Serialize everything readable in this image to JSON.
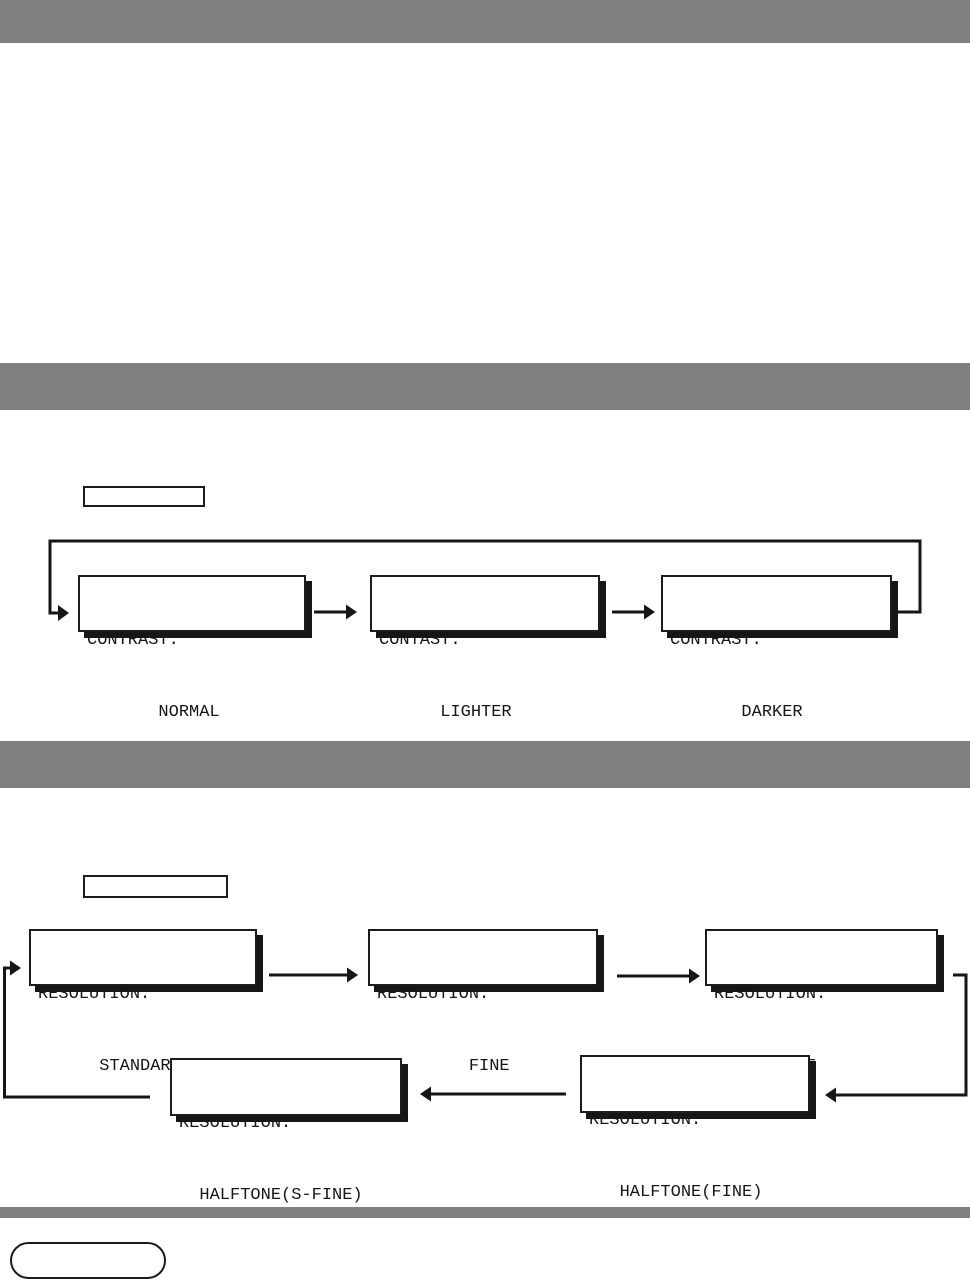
{
  "colors": {
    "section_bar_gray": "#7f7f7f",
    "line_black": "#161616",
    "page_background": "#ffffff"
  },
  "contrast_section": {
    "key_button_label": "",
    "displays": [
      {
        "line1": "CONTRAST:",
        "line2": "       NORMAL"
      },
      {
        "line1": "CONTAST:",
        "line2": "      LIGHTER"
      },
      {
        "line1": "CONTRAST:",
        "line2": "       DARKER"
      }
    ]
  },
  "resolution_section": {
    "key_button_label": "",
    "displays": [
      {
        "line1": "RESOLUTION:",
        "line2": "      STANDARD"
      },
      {
        "line1": "RESOLUTION:",
        "line2": "         FINE"
      },
      {
        "line1": "RESOLUTION:",
        "line2": "    S-FINE"
      },
      {
        "line1": "RESOLUTION:",
        "line2": "   HALFTONE(FINE)"
      },
      {
        "line1": "RESOLUTION:",
        "line2": "  HALFTONE(S-FINE)"
      }
    ]
  },
  "footer": {
    "note_label": ""
  }
}
